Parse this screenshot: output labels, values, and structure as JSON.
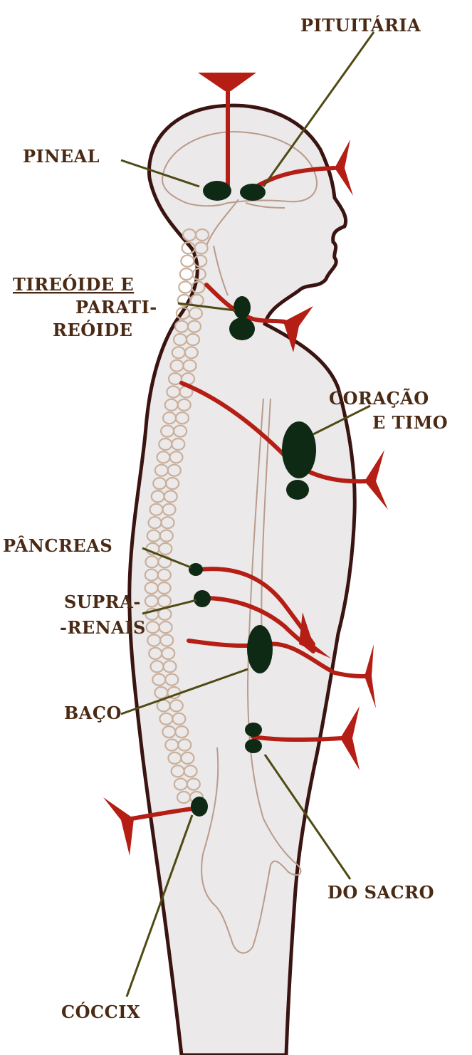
{
  "labels": {
    "pituitaria": "PITUITÁRIA",
    "pineal": "PINEAL",
    "tireoide_1": "TIREÓIDE E",
    "tireoide_2": "PARATI-",
    "tireoide_3": "REÓIDE",
    "coracao_1": "CORAÇÃO",
    "coracao_2": "E TIMO",
    "pancreas": "PÂNCREAS",
    "supra_1": "SUPRA-",
    "supra_2": "-RENAIS",
    "baco": "BAÇO",
    "do_sacro": "DO SACRO",
    "coccix": "CÓCCIX"
  },
  "colors": {
    "body_fill": "#ece9ea",
    "outline": "#3a1410",
    "nerve_red": "#b51e14",
    "gland_green": "#0f2a14",
    "label_brown": "#4a2a14",
    "leader_olive": "#4f4a14"
  }
}
